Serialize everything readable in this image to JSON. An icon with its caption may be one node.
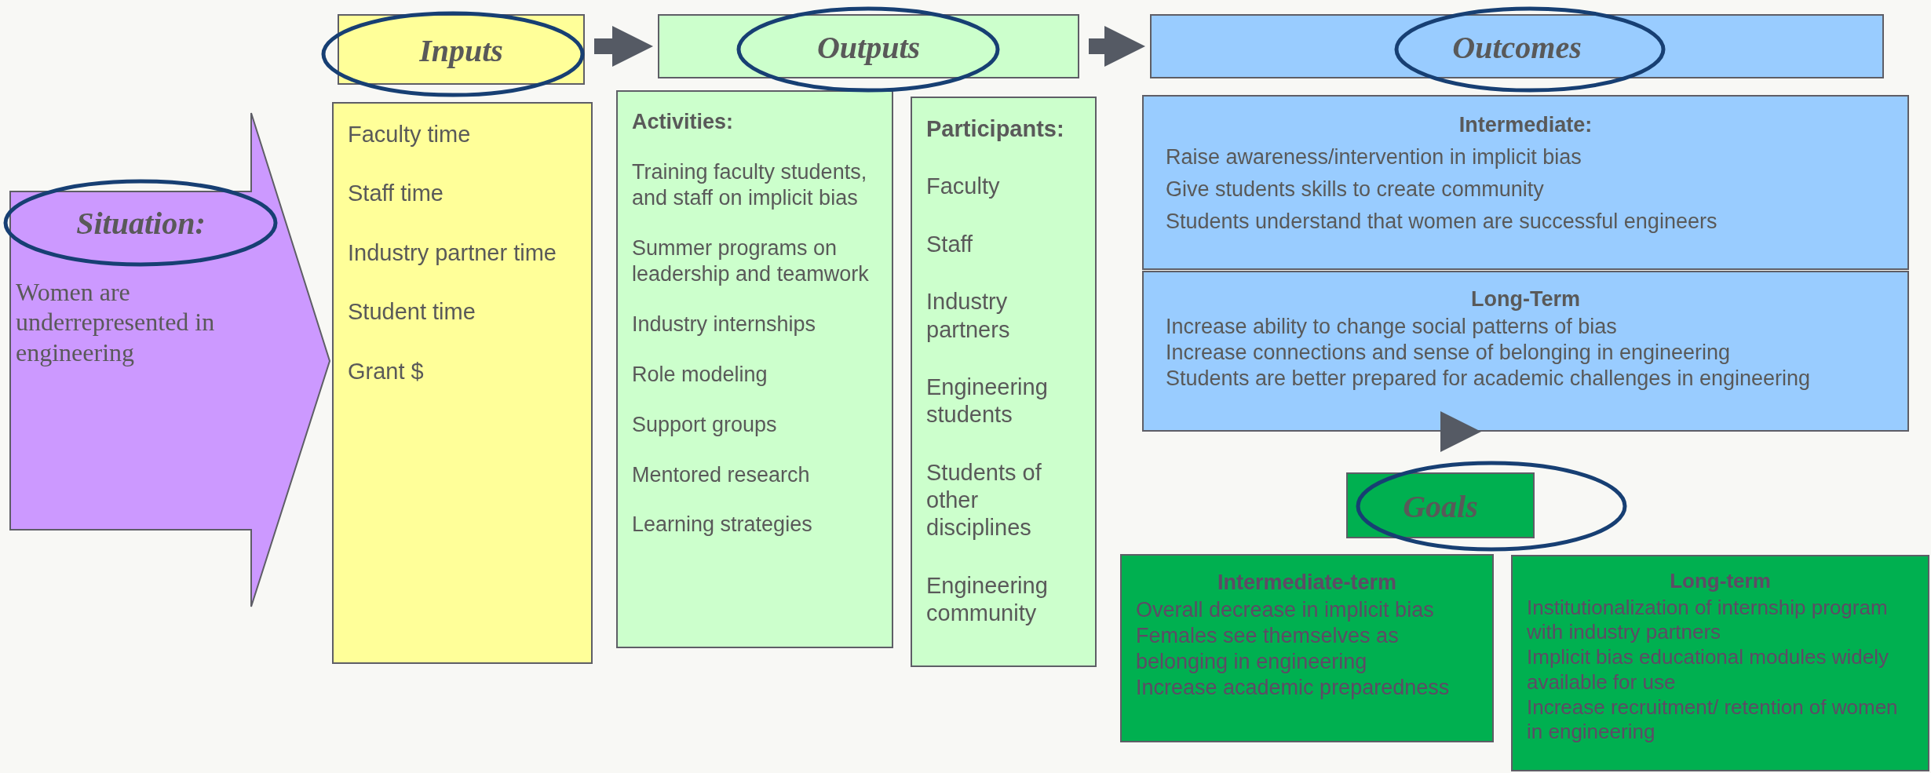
{
  "diagram": {
    "nodes": [
      {
        "text": [
          "Situation:",
          "Women are underrepresented in engineering"
        ]
      },
      {
        "text": [
          "Inputs"
        ]
      },
      {
        "text": [
          "Faculty time",
          "Staff time",
          "Industry partner time",
          "Student time",
          "Grant $"
        ]
      },
      {
        "text": [
          "Outputs"
        ]
      },
      {
        "text": [
          "Activities:",
          "Training faculty students, and staff on implicit bias",
          "Summer programs on leadership and teamwork",
          "Industry internships",
          "Role modeling",
          "Support groups",
          "Mentored research",
          "Learning strategies"
        ]
      },
      {
        "text": [
          "Participants:",
          "Faculty",
          "Staff",
          "Industry partners",
          "Engineering students",
          "Students of other disciplines",
          "Engineering community"
        ]
      },
      {
        "text": [
          "Outcomes"
        ]
      },
      {
        "text": [
          "**Intermediate**:",
          "Raise awareness/intervention in implicit bias",
          "Give students skills to create community",
          "Students understand that women are successful engineers"
        ]
      },
      {
        "text": [
          "Long-Term",
          "Increase ability to change social patterns of bias",
          "Increase connections and sense of belonging in engineering",
          "Students are better prepared for academic challenges in engineering"
        ]
      },
      {
        "text": [
          "Goals"
        ]
      },
      {
        "text": [
          "Intermediate-term",
          "Overall decrease in implicit bias",
          "Females see themselves as belonging in engineering",
          "Increase academic preparedness"
        ]
      },
      {
        "text": [
          "Long-term",
          "Institutionalization of internship program with industry partners",
          "Implicit bias educational modules widely available for use",
          "Increase recruitment/ retention of women in engineering"
        ]
      }
    ],
    "edges": [
      {
        "from": 1,
        "to": 3,
        "arrow": "to"
      },
      {
        "from": 3,
        "to": 6,
        "arrow": "to"
      },
      {
        "from": 8,
        "to": 9,
        "arrow": "to"
      }
    ]
  }
}
